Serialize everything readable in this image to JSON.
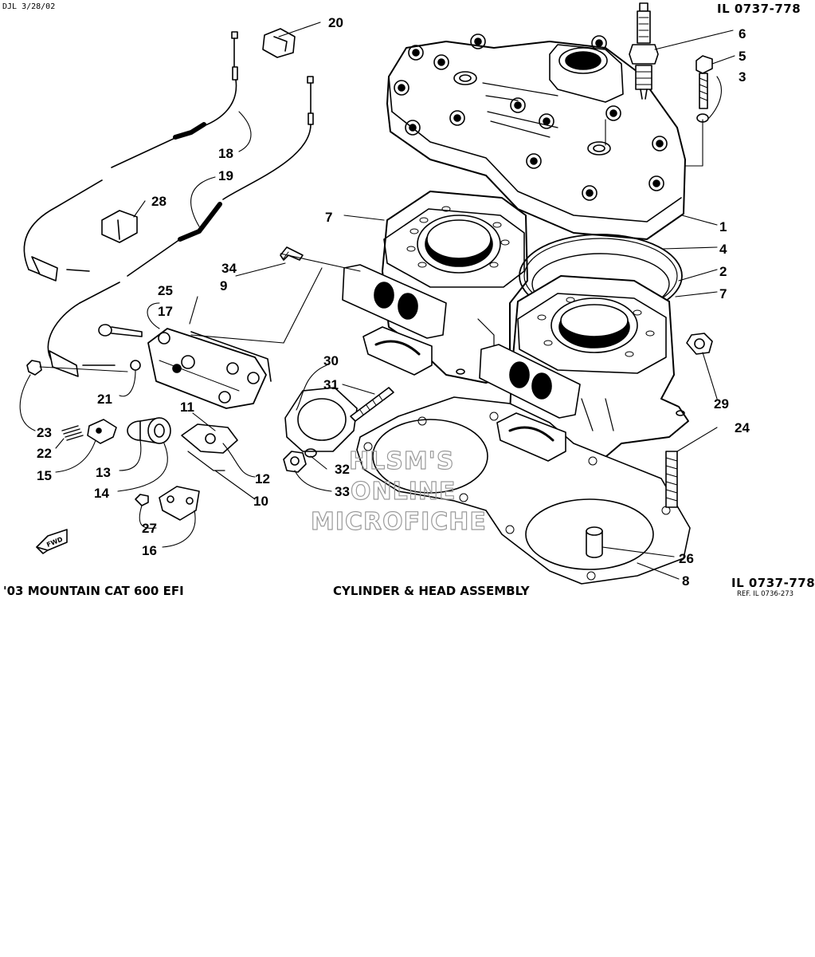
{
  "header": {
    "date_code": "DJL 3/28/02",
    "illustration_id": "IL 0737-778"
  },
  "footer": {
    "model": "'03 MOUNTAIN CAT 600 EFI",
    "title": "CYLINDER & HEAD ASSEMBLY",
    "illustration_id": "IL 0737-778",
    "reference": "REF. IL 0736-273"
  },
  "watermark": [
    "HLSM'S",
    "ONLINE",
    "MICROFICHE"
  ],
  "direction_arrow_label": "FWD",
  "callouts": {
    "c1": "1",
    "c2": "2",
    "c3": "3",
    "c4": "4",
    "c5": "5",
    "c6": "6",
    "c7a": "7",
    "c7b": "7",
    "c8": "8",
    "c9": "9",
    "c10": "10",
    "c11": "11",
    "c12": "12",
    "c13": "13",
    "c14": "14",
    "c15": "15",
    "c16": "16",
    "c17": "17",
    "c18": "18",
    "c19": "19",
    "c20": "20",
    "c21": "21",
    "c22": "22",
    "c23": "23",
    "c24": "24",
    "c25": "25",
    "c26": "26",
    "c27": "27",
    "c28": "28",
    "c29": "29",
    "c30": "30",
    "c31": "31",
    "c32": "32",
    "c33": "33",
    "c34": "34"
  },
  "colors": {
    "ink": "#000000",
    "watermark": "#9a9a9a",
    "background": "#ffffff"
  }
}
